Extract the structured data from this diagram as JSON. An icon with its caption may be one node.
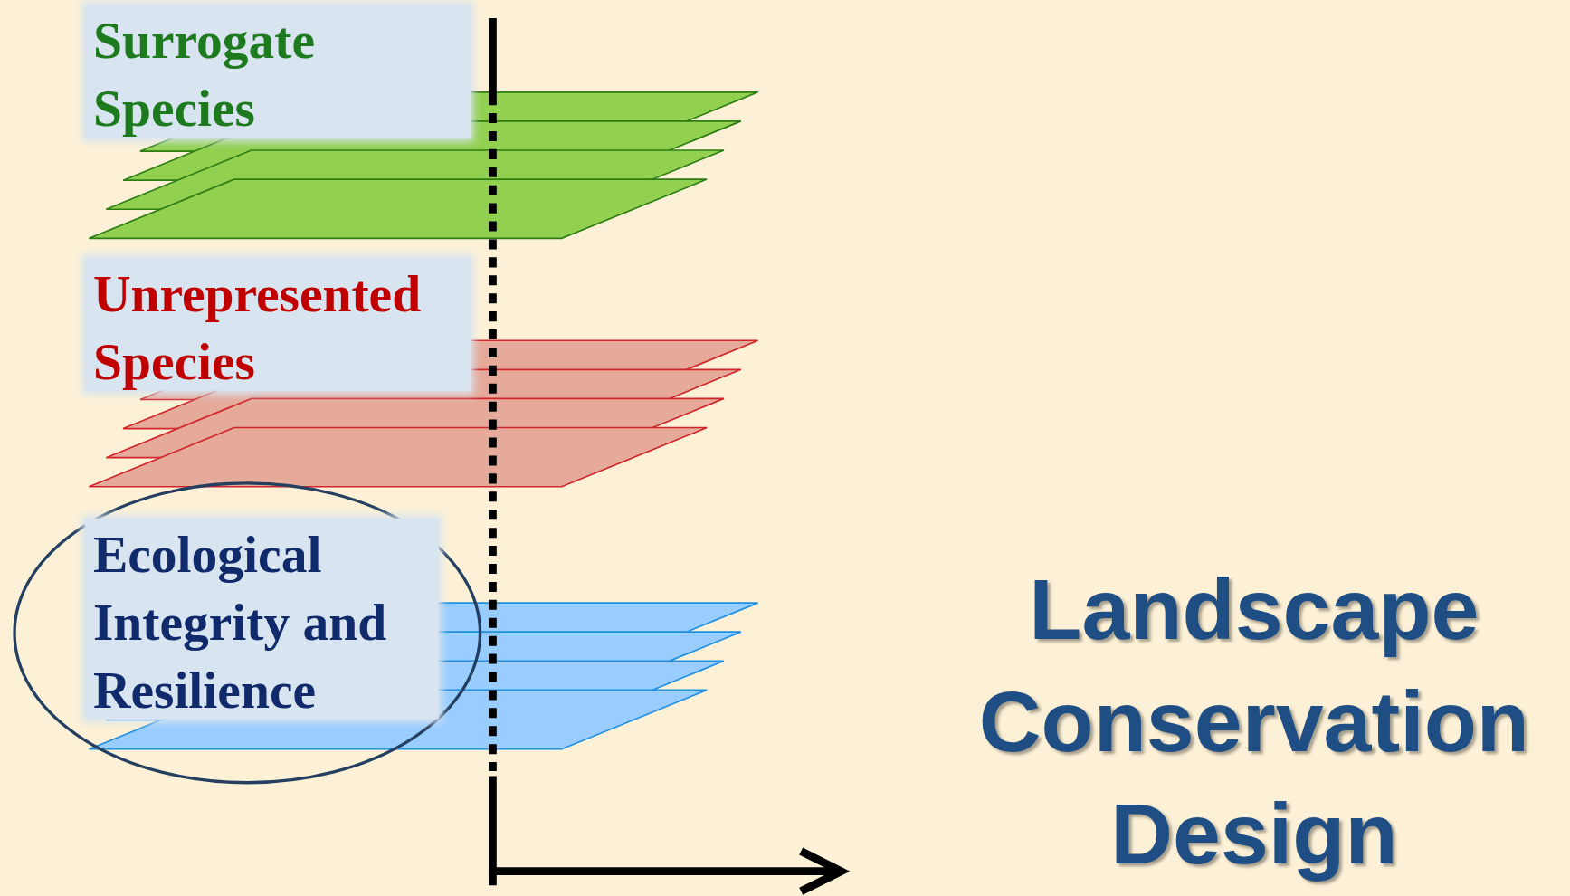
{
  "diagram": {
    "nodes": [
      {
        "text": [
          "Surrogate Species"
        ]
      },
      {
        "text": [
          "Unrepresented Species"
        ]
      },
      {
        "text": [],
        "shape": "circle"
      },
      {
        "text": [
          "Ecological Integrity and Resilience"
        ],
        "in": 2
      }
    ],
    "labels": [
      "Landscape Conservation Design"
    ]
  }
}
